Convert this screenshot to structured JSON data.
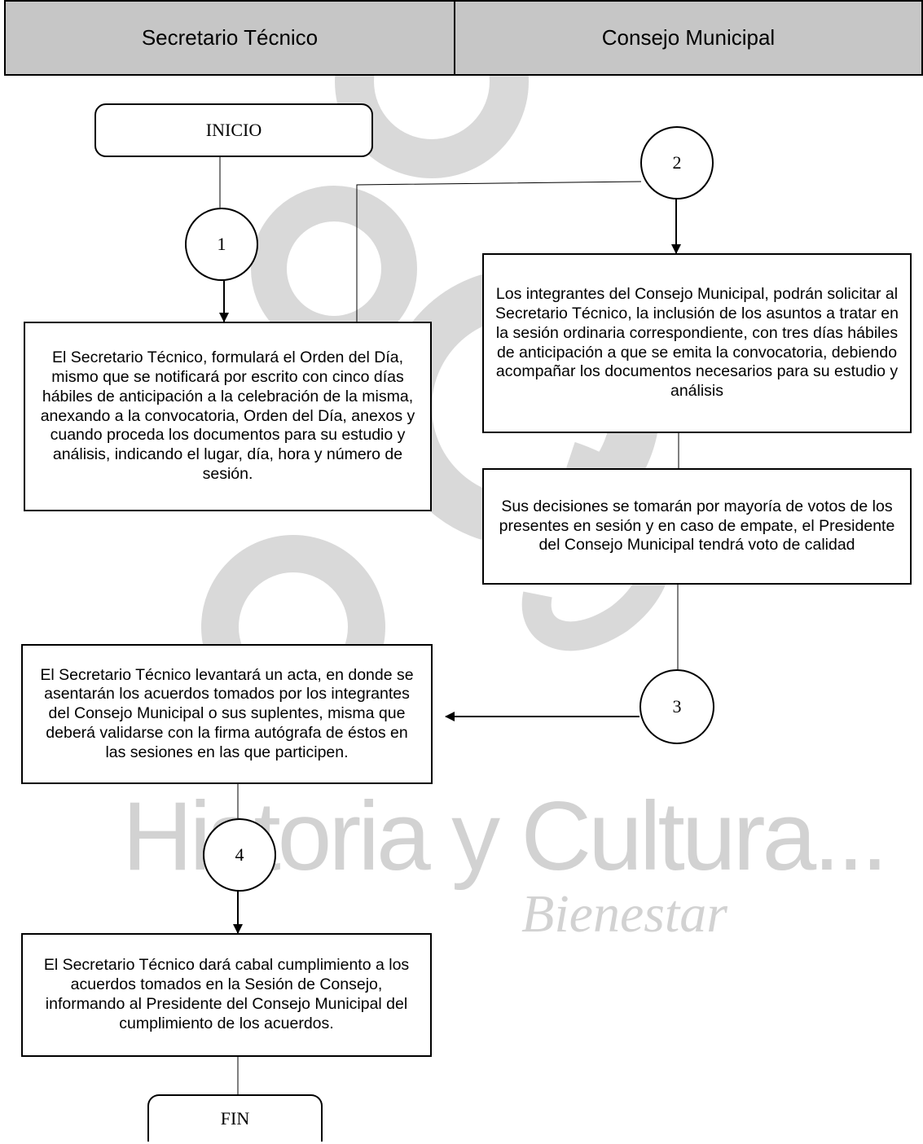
{
  "watermark": {
    "line1": "Historia y Cultura...",
    "line2": "Bienestar"
  },
  "lanes": {
    "left": "Secretario Técnico",
    "right": "Consejo Municipal"
  },
  "nodes": {
    "start": "INICIO",
    "c1": "1",
    "c2": "2",
    "c3": "3",
    "c4": "4",
    "step1": "El Secretario Técnico, formulará el Orden del Día, mismo que se notificará por escrito con cinco días hábiles de anticipación a la celebración de la misma, anexando a la convocatoria, Orden del Día, anexos y cuando proceda los documentos para su estudio y análisis, indicando el lugar, día, hora y número de sesión.",
    "step2": "Los integrantes del Consejo Municipal, podrán solicitar al Secretario Técnico, la inclusión de los asuntos a tratar en la sesión ordinaria correspondiente, con tres días hábiles de anticipación a que se emita la convocatoria, debiendo acompañar los documentos necesarios para su estudio y análisis",
    "step3": "Sus decisiones se tomarán por mayoría de votos de los presentes en sesión y en caso de empate, el Presidente del Consejo Municipal tendrá voto de calidad",
    "step4": "El Secretario Técnico levantará un acta, en donde se asentarán los acuerdos tomados por los integrantes del Consejo Municipal o sus suplentes, misma que deberá validarse con la firma autógrafa de éstos en las sesiones en las que participen.",
    "step5": "El Secretario Técnico dará cabal cumplimiento a los acuerdos tomados en la Sesión de Consejo, informando al Presidente del Consejo Municipal del cumplimiento de los acuerdos.",
    "end": "FIN"
  }
}
